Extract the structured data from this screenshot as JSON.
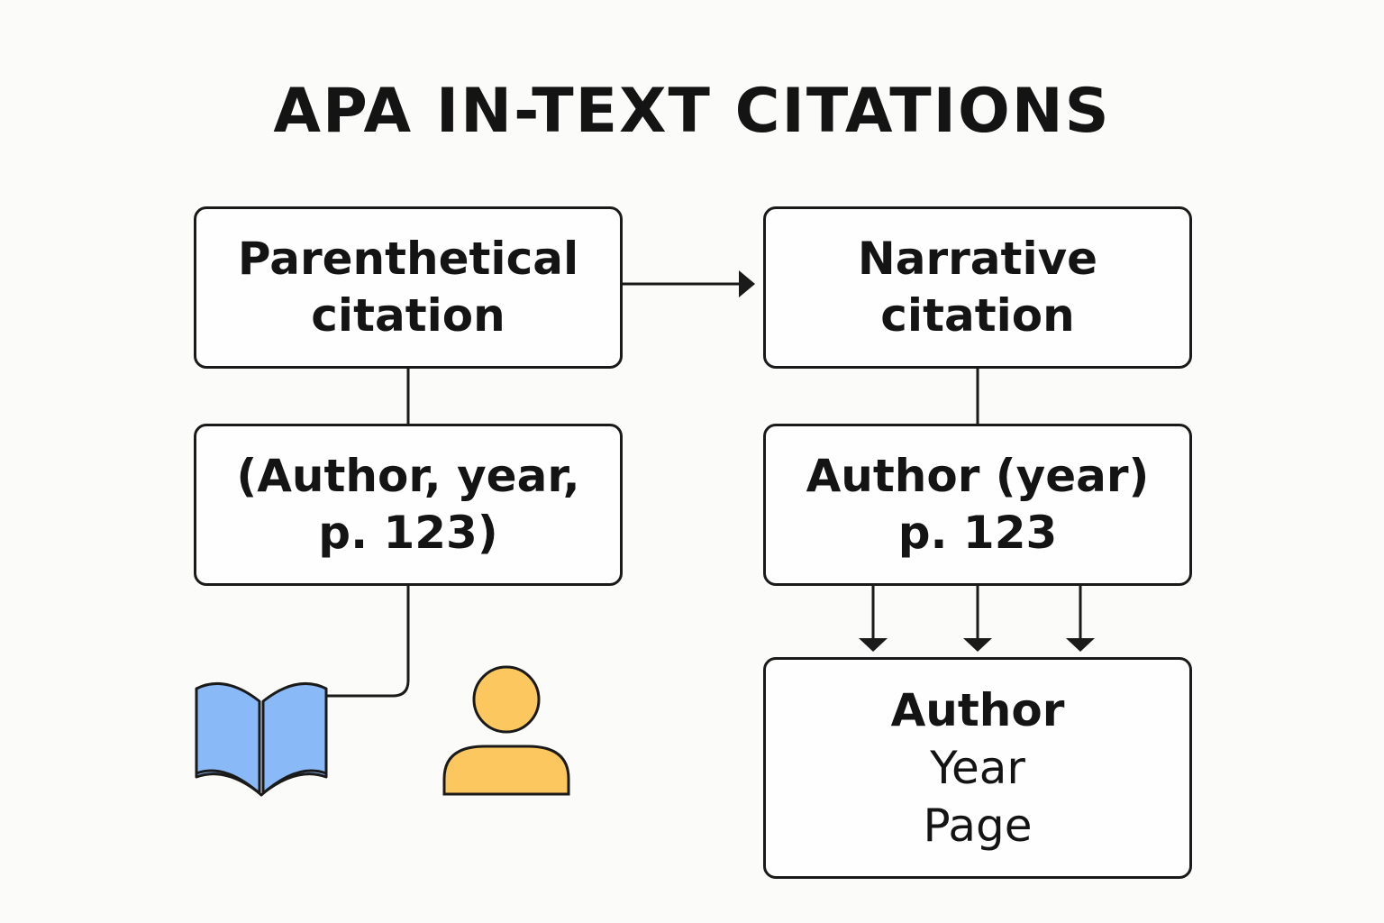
{
  "title": "APA IN-TEXT CITATIONS",
  "boxes": {
    "parenthetical": {
      "line1": "Parenthetical",
      "line2": "citation"
    },
    "narrative": {
      "line1": "Narrative",
      "line2": "citation"
    },
    "parenthetical_format": {
      "line1": "(Author, year,",
      "line2": "p. 123)"
    },
    "narrative_format": {
      "line1": "Author (year)",
      "line2": "p. 123"
    },
    "elements": {
      "line1": "Author",
      "line2": "Year",
      "line3": "Page"
    }
  },
  "icons": {
    "book": "open-book-icon",
    "person": "person-icon"
  },
  "colors": {
    "background": "#fbfbf9",
    "outline": "#1a1a1a",
    "book_fill": "#8ab9f7",
    "person_fill": "#fcc75e"
  }
}
